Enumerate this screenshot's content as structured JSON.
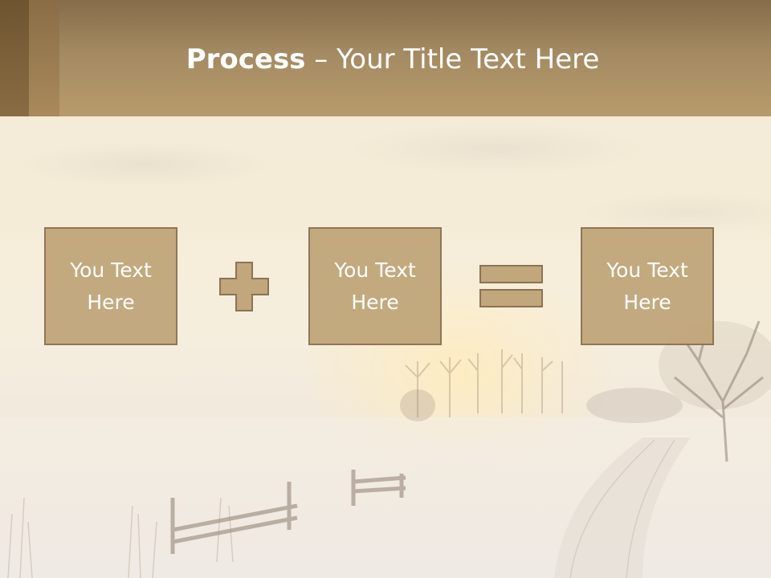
{
  "slide": {
    "title_bold": "Process",
    "title_rest": " – Your Title Text Here",
    "boxes": [
      {
        "text": "You Text Here"
      },
      {
        "text": "You Text Here"
      },
      {
        "text": "You Text Here"
      }
    ],
    "operators": [
      "plus-icon",
      "equals-icon"
    ],
    "colors": {
      "header": "#b89b6c",
      "box_fill": "#c2a77c",
      "box_border": "#8a7355",
      "text": "#ffffff"
    }
  }
}
